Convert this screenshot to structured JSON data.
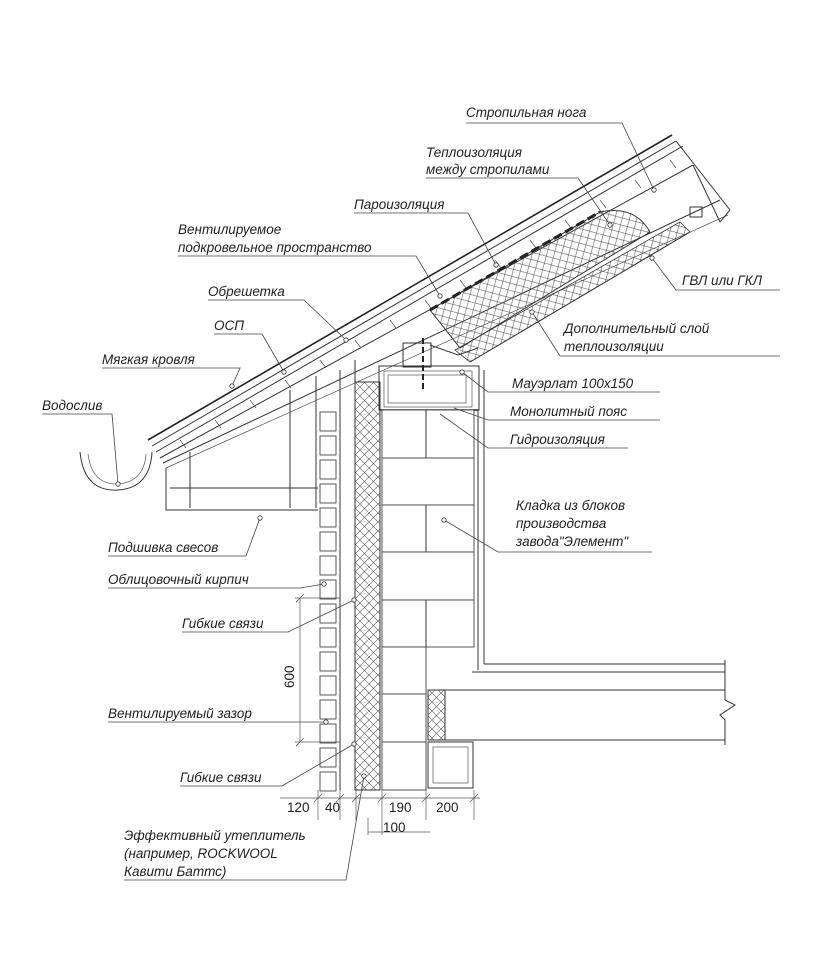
{
  "labels": {
    "rafter": "Стропильная нога",
    "insulation_between_1": "Теплоизоляция",
    "insulation_between_2": "между стропилами",
    "vapor_barrier": "Пароизоляция",
    "ventilated_space_1": "Вентилируемое",
    "ventilated_space_2": "подкровельное пространство",
    "batten": "Обрешетка",
    "osb": "ОСП",
    "soft_roof": "Мягкая кровля",
    "drip": "Водослив",
    "gvl_gkl": "ГВЛ или ГКЛ",
    "extra_insulation_1": "Дополнительный слой",
    "extra_insulation_2": "теплоизоляции",
    "mauerlat": "Мауэрлат 100х150",
    "monolithic_belt": "Монолитный пояс",
    "waterproofing": "Гидроизоляция",
    "masonry_1": "Кладка из блоков",
    "masonry_2": "производства",
    "masonry_3": "завода\"Элемент\"",
    "eave_lining": "Подшивка свесов",
    "facing_brick": "Облицовочный кирпич",
    "flex_ties_top": "Гибкие связи",
    "vent_gap": "Вентилируемый зазор",
    "flex_ties_bottom": "Гибкие связи",
    "effective_insulation_1": "Эффективный утеплитель",
    "effective_insulation_2": "(например, ROCKWOOL",
    "effective_insulation_3": "Кавити Баттс)"
  },
  "dimensions": {
    "d120": "120",
    "d40": "40",
    "d190": "190",
    "d200": "200",
    "d100": "100",
    "d600": "600"
  }
}
